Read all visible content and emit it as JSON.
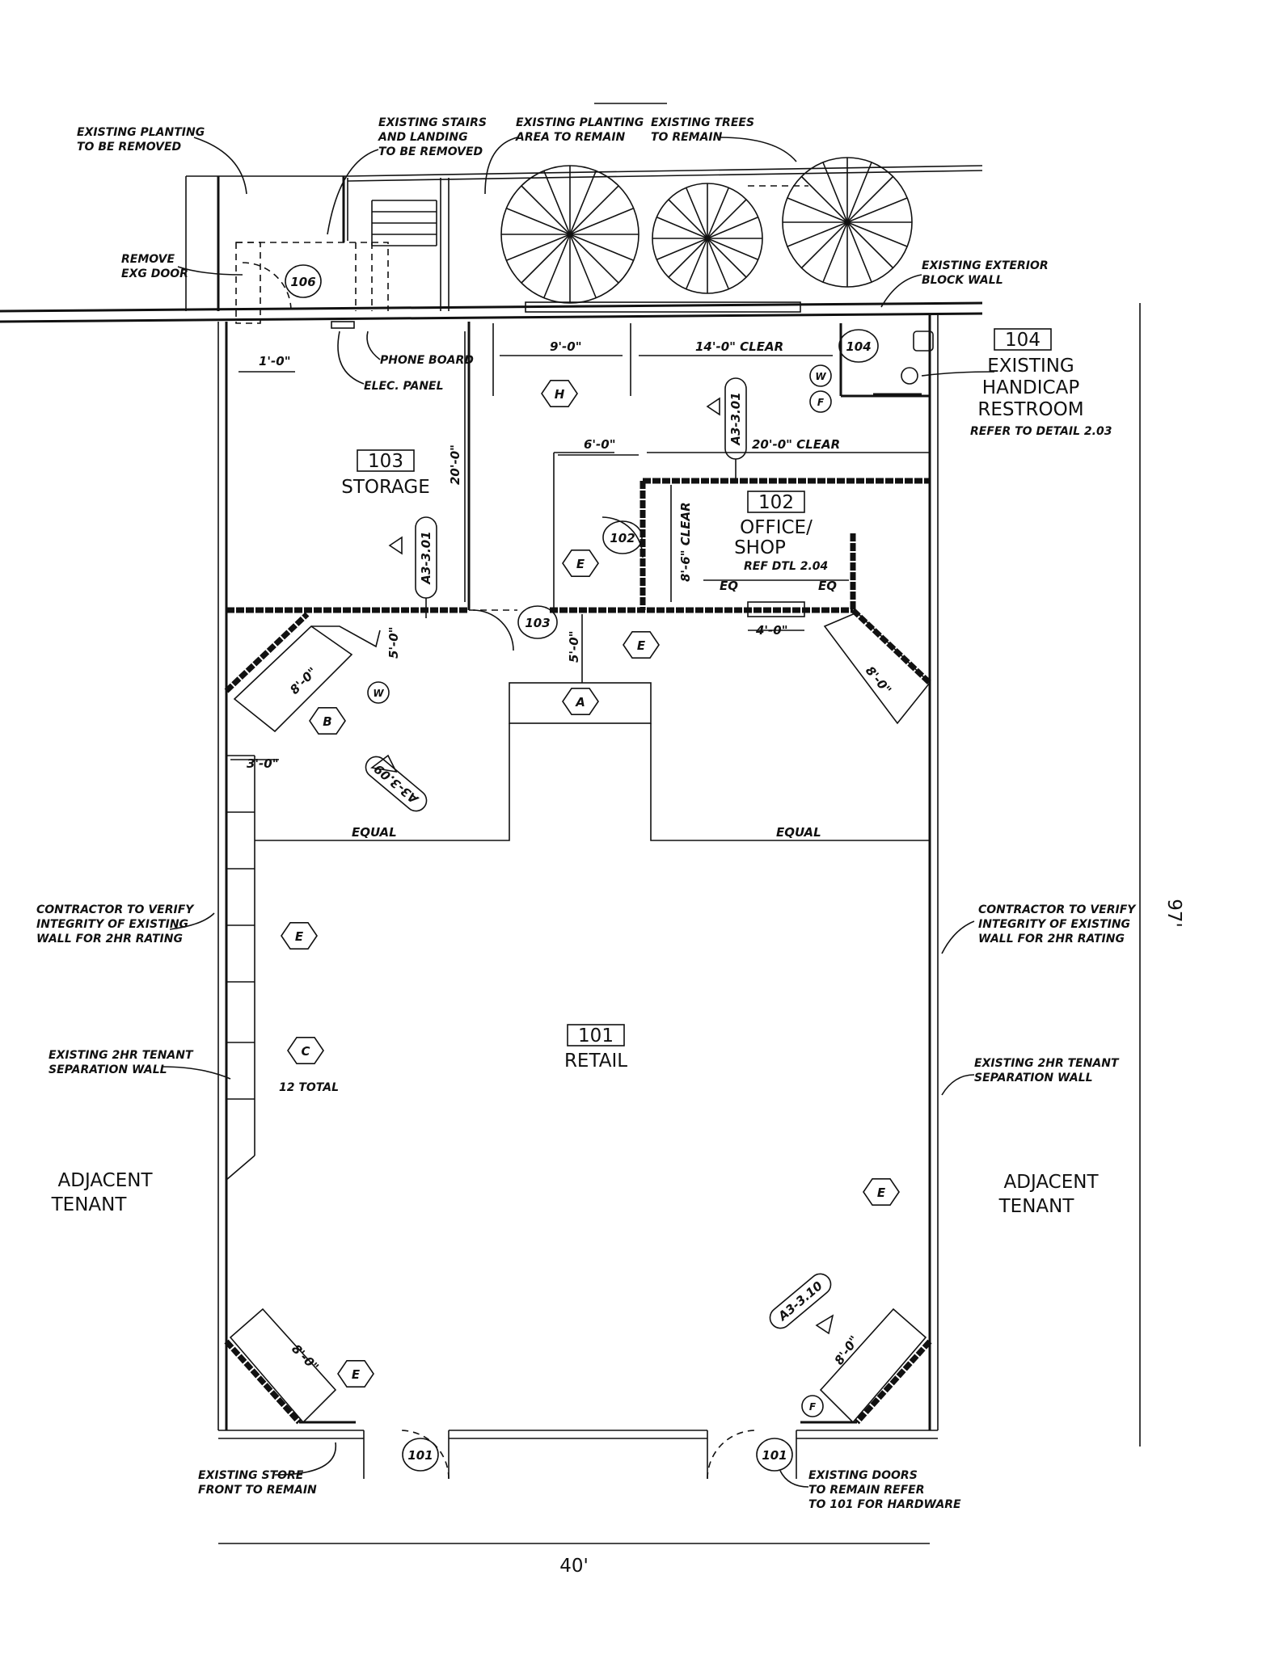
{
  "rooms": {
    "retail": {
      "num": "101",
      "name": "RETAIL"
    },
    "office": {
      "num": "102",
      "name1": "OFFICE/",
      "name2": "SHOP",
      "ref": "REF DTL 2.04"
    },
    "storage": {
      "num": "103",
      "name": "STORAGE"
    },
    "restroom": {
      "num": "104",
      "name1": "EXISTING",
      "name2": "HANDICAP",
      "name3": "RESTROOM",
      "ref": "REFER TO DETAIL 2.03"
    }
  },
  "notes": {
    "planting_removed": [
      "EXISTING PLANTING",
      "TO BE REMOVED"
    ],
    "stairs_removed": [
      "EXISTING STAIRS",
      "AND LANDING",
      "TO BE REMOVED"
    ],
    "planting_remain": [
      "EXISTING PLANTING",
      "AREA TO REMAIN"
    ],
    "trees_remain": [
      "EXISTING TREES",
      "TO REMAIN"
    ],
    "remove_door": [
      "REMOVE",
      "EXG DOOR"
    ],
    "block_wall": [
      "EXISTING EXTERIOR",
      "BLOCK WALL"
    ],
    "phone_board": "PHONE BOARD",
    "elec_panel": "ELEC. PANEL",
    "contractor_left": [
      "CONTRACTOR TO VERIFY",
      "INTEGRITY OF EXISTING",
      "WALL FOR 2HR RATING"
    ],
    "contractor_right": [
      "CONTRACTOR TO VERIFY",
      "INTEGRITY OF EXISTING",
      "WALL FOR 2HR RATING"
    ],
    "separation_left": [
      "EXISTING 2HR TENANT",
      "SEPARATION WALL"
    ],
    "separation_right": [
      "EXISTING 2HR TENANT",
      "SEPARATION WALL"
    ],
    "store_front": [
      "EXISTING STORE",
      "FRONT TO REMAIN"
    ],
    "doors_remain": [
      "EXISTING DOORS",
      "TO REMAIN REFER",
      "TO 101 FOR HARDWARE"
    ],
    "twelve_total": "12 TOTAL"
  },
  "adjacent": {
    "left": [
      "ADJACENT",
      "TENANT"
    ],
    "right": [
      "ADJACENT",
      "TENANT"
    ]
  },
  "dimensions": {
    "one_ft": "1'-0\"",
    "nine_ft": "9'-0\"",
    "fourteen_clear": "14'-0\" CLEAR",
    "six_ft": "6'-0\"",
    "twenty_clear": "20'-0\" CLEAR",
    "twenty_ft": "20'-0\"",
    "eight_six_clear": "8'-6\" CLEAR",
    "eq": "EQ",
    "four_ft": "4'-0\"",
    "five_ft": "5'-0\"",
    "eight_ft": "8'-0\"",
    "three_ft": "3'-0\"",
    "equal": "EQUAL",
    "overall_width": "40'",
    "overall_depth": "97'"
  },
  "tags": {
    "door_106": "106",
    "door_104": "104",
    "door_102": "102",
    "door_103": "103",
    "door_101": "101",
    "hex_a": "A",
    "hex_b": "B",
    "hex_c": "C",
    "hex_e": "E",
    "hex_h": "H",
    "circ_w": "W",
    "circ_f": "F",
    "sect_a301": "A3-3.01",
    "sect_a309": "A3-3.09",
    "sect_a310": "A3-3.10"
  }
}
